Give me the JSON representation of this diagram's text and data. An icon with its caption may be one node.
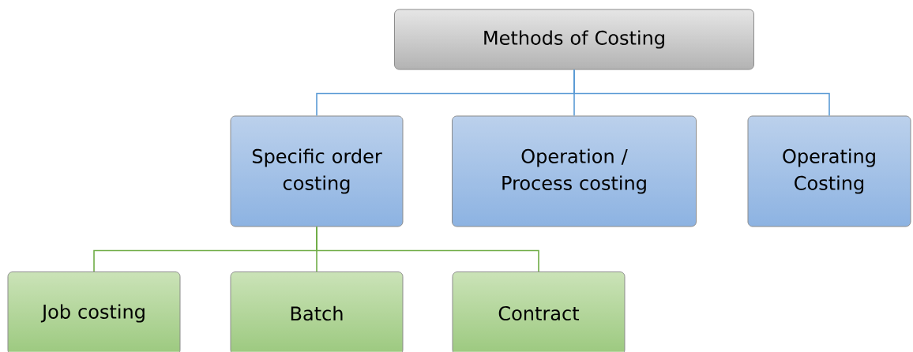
{
  "diagram": {
    "nodes": [
      {
        "text": [
          "Methods of Costing"
        ]
      },
      {
        "text": [
          "Specific order costing"
        ]
      },
      {
        "text": [
          "Operation / Process costing"
        ]
      },
      {
        "text": [
          "Operating Costing"
        ]
      },
      {
        "text": [
          "Job costing"
        ]
      },
      {
        "text": [
          "Batch"
        ]
      },
      {
        "text": [
          "Contract"
        ]
      }
    ],
    "edges": [
      {
        "from": 0,
        "to": 1,
        "arrow": "none"
      },
      {
        "from": 0,
        "to": 2,
        "arrow": "none"
      },
      {
        "from": 0,
        "to": 3,
        "arrow": "none"
      },
      {
        "from": 1,
        "to": 4,
        "arrow": "none",
        "color": "#70ad47"
      },
      {
        "from": 1,
        "to": 5,
        "arrow": "none",
        "color": "#70ad47"
      },
      {
        "from": 1,
        "to": 6,
        "arrow": "none",
        "color": "#70ad47"
      }
    ]
  }
}
